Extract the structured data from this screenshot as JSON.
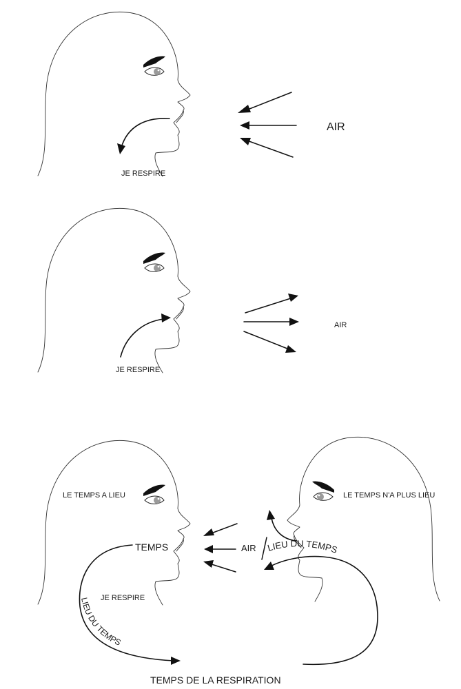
{
  "panel_top": {
    "air_label": "AIR",
    "breathe_label": "JE RESPIRE"
  },
  "panel_middle": {
    "air_label": "AIR",
    "breathe_label": "JE RESPIRE"
  },
  "panel_bottom": {
    "left_head_label": "LE TEMPS A LIEU",
    "right_head_label": "LE TEMPS N'A PLUS  LIEU",
    "time_label": "TEMPS",
    "air_label": "AIR",
    "breathe_label": "JE RESPIRE",
    "place_of_time_left": "LIEU DU TEMPS",
    "place_of_time_right": "LIEU DU TEMPS",
    "time_of_breathing": "TEMPS DE LA RESPIRATION"
  }
}
